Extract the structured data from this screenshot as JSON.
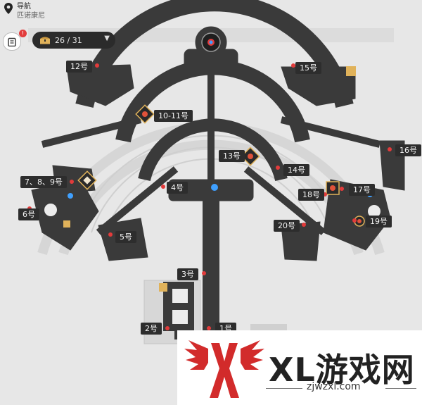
{
  "header": {
    "title": "导航",
    "subtitle": "匹诺康尼",
    "pin_icon": "map-pin-icon"
  },
  "toolbar": {
    "task_icon": "clipboard-icon",
    "badge": "!",
    "chest_icon": "treasure-chest-icon",
    "chest_count": "26 / 31",
    "dropdown_icon": "caret-down-icon"
  },
  "rooms": {
    "r1": "1号",
    "r2": "2号",
    "r3": "3号",
    "r4": "4号",
    "r5": "5号",
    "r6": "6号",
    "r7_9": "7、8、9号",
    "r10_11": "10-11号",
    "r12": "12号",
    "r13": "13号",
    "r14": "14号",
    "r15": "15号",
    "r16": "16号",
    "r17": "17号",
    "r18": "18号",
    "r19": "19号",
    "r20": "20号"
  },
  "watermark": {
    "brand": "XL游戏网",
    "url": "zjwzxl.com"
  },
  "colors": {
    "background": "#e7e7e7",
    "floor": "#3a3a3a",
    "label_bg": "#2d2d2d",
    "marker_red": "#e23b3b",
    "chest_gold": "#e0b25a",
    "accent_blue": "#3fa0ff"
  }
}
